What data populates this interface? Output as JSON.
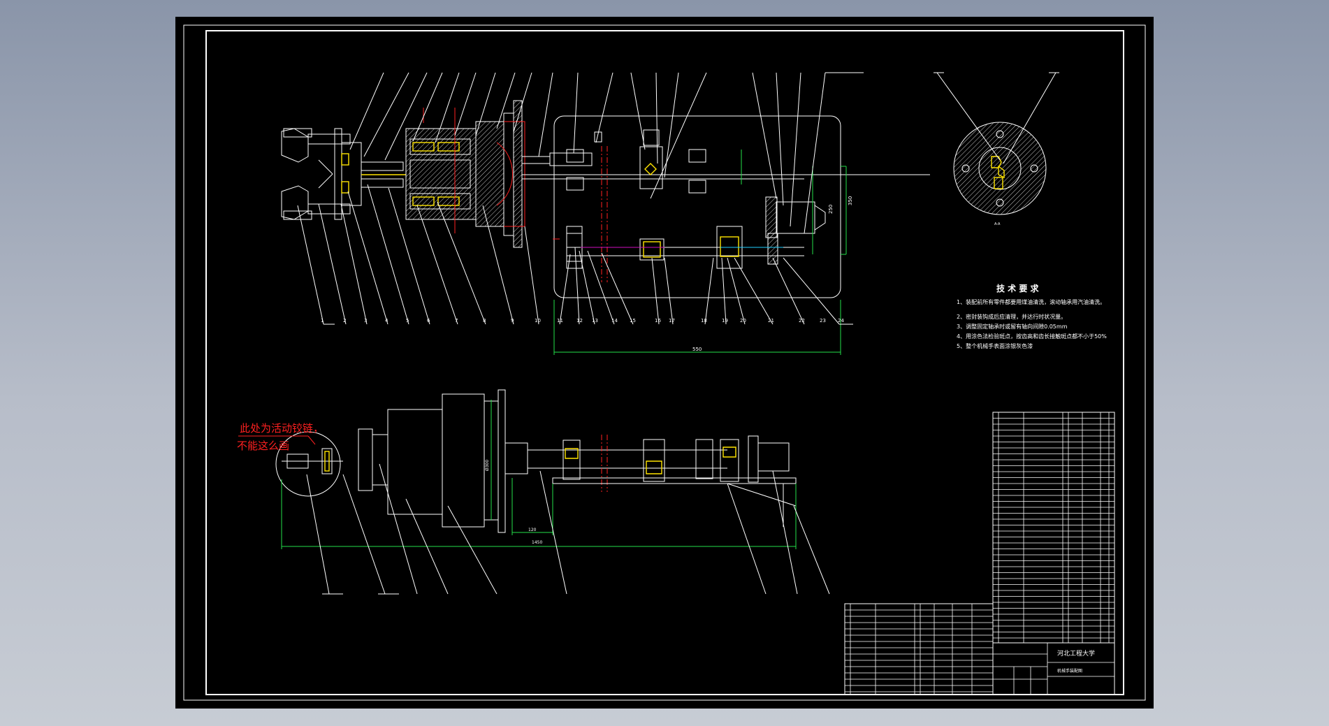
{
  "tech_requirements": {
    "title": "技 术 要 求",
    "items": [
      "1、装配前所有零件都要用煤油清洗，滚动轴承用汽油清洗。",
      "2、密封装钩成后应清理，并达行时状况量。",
      "3、调整固定轴承时或留有轴向间隙0.05mm",
      "4、用涂色法检验斑点，按齿高和齿长接触斑点都不小于50%",
      "5、整个机械手表面涂银灰色漆"
    ]
  },
  "red_note": {
    "line1": "此处为活动铰链，",
    "line2": "不能这么画"
  },
  "balloon_numbers": [
    "1",
    "2",
    "3",
    "4",
    "5",
    "6",
    "7",
    "8",
    "9",
    "10",
    "11",
    "12",
    "13",
    "14",
    "15",
    "16",
    "17",
    "18",
    "19",
    "20",
    "21",
    "22",
    "23",
    "24"
  ],
  "dims": {
    "top_length": "550",
    "bottom_length": "1450",
    "mid_length": "120",
    "flange_dia": "Ø300",
    "height_a": "350",
    "height_b": "250"
  },
  "title_block": {
    "school": "河北工程大学",
    "drawing_name": "机械手装配图"
  }
}
